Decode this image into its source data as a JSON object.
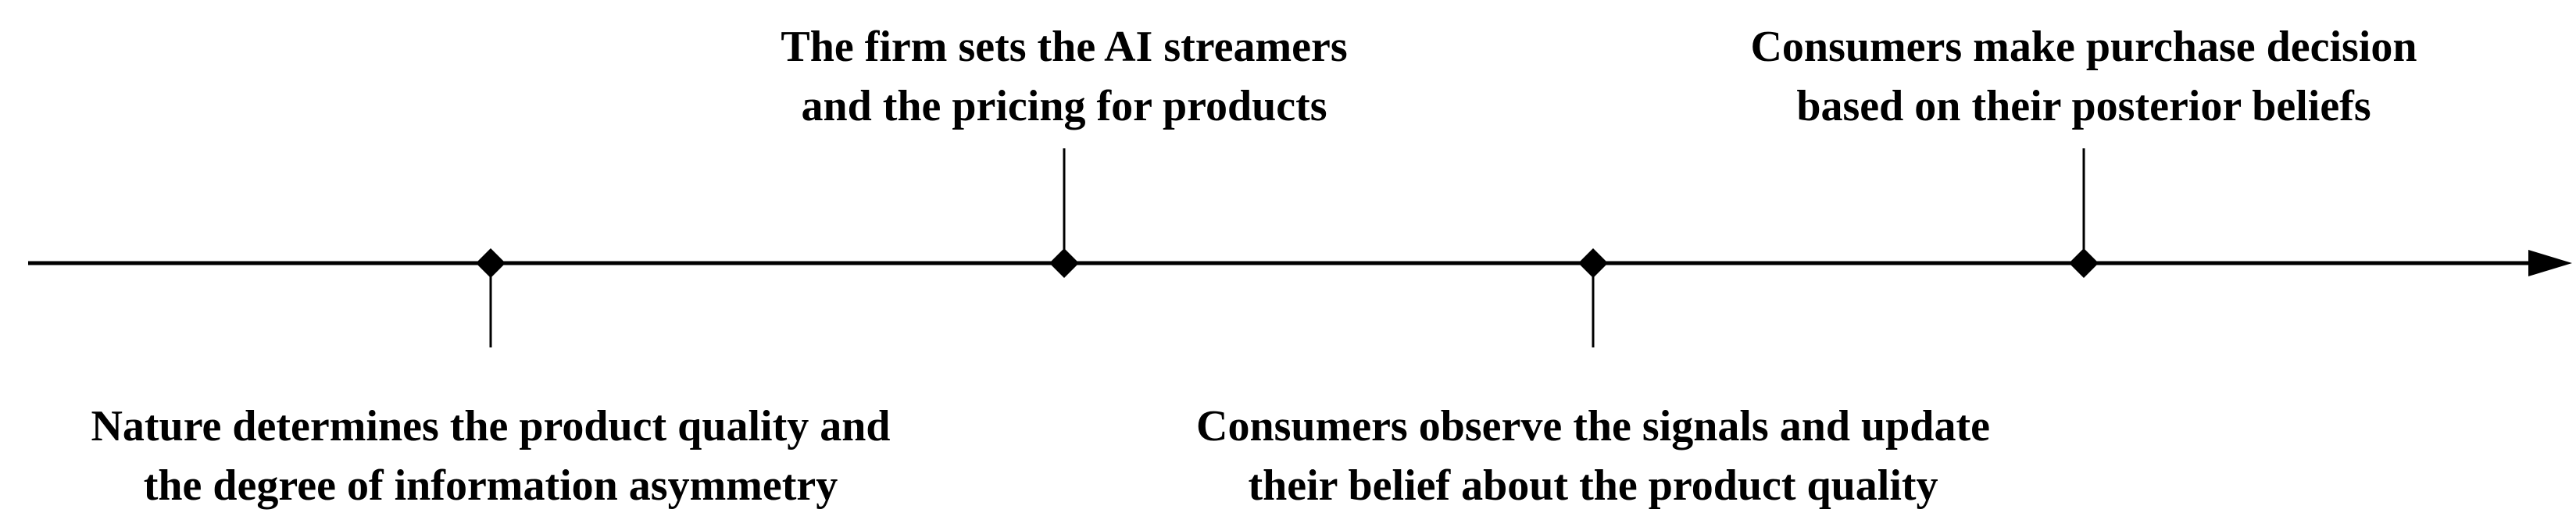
{
  "diagram": {
    "events": [
      {
        "position": "below",
        "lines": [
          "Nature determines the product quality and",
          "the degree of information asymmetry"
        ]
      },
      {
        "position": "above",
        "lines": [
          "The firm sets the AI streamers",
          "and the pricing for products"
        ]
      },
      {
        "position": "below",
        "lines": [
          "Consumers observe the signals and update",
          "their belief about the product quality"
        ]
      },
      {
        "position": "above",
        "lines": [
          "Consumers make purchase decision",
          "based on their posterior beliefs"
        ]
      }
    ],
    "colors": {
      "line": "#000000",
      "text": "#000000",
      "background": "#ffffff"
    }
  }
}
